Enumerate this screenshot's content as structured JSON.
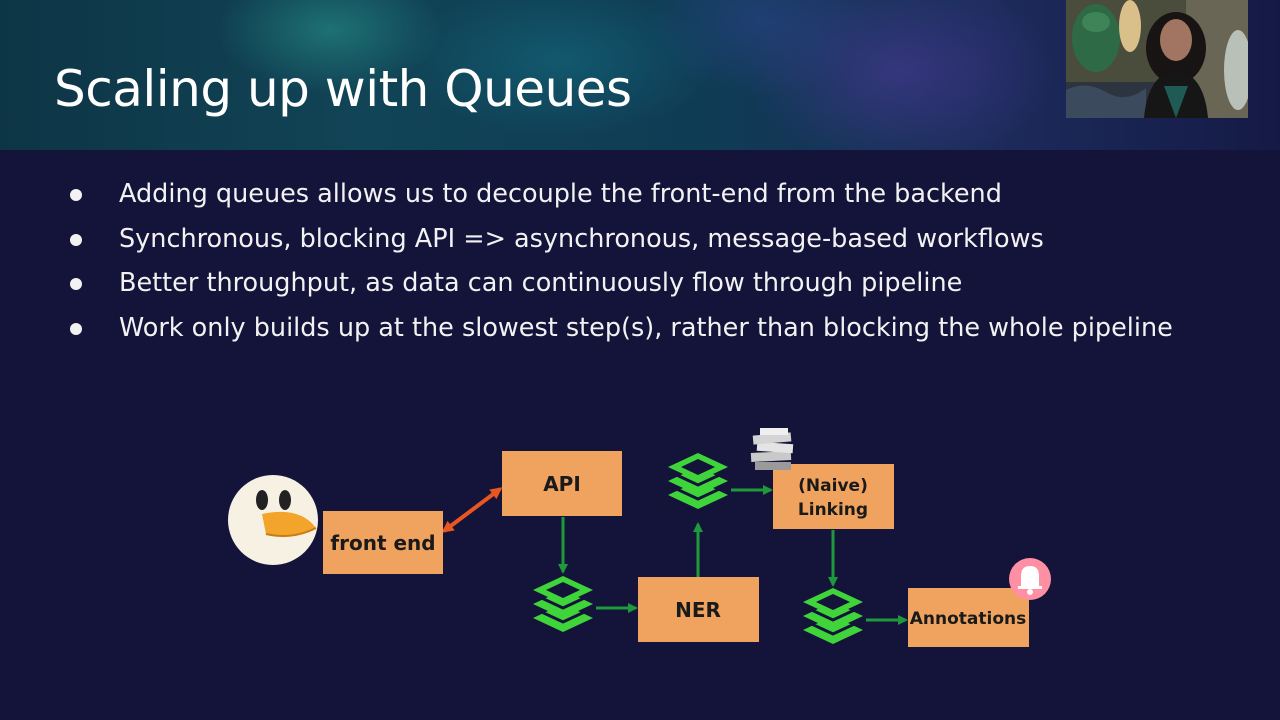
{
  "slide": {
    "title": "Scaling up with Queues",
    "bullets": [
      "Adding queues allows us to decouple the front-end from the backend",
      "Synchronous, blocking API => asynchronous, message-based workflows",
      "Better throughput, as data can continuously flow through pipeline",
      "Work only builds up at the slowest step(s), rather than blocking the whole pipeline"
    ]
  },
  "diagram": {
    "nodes": {
      "front_end": "front end",
      "api": "API",
      "ner": "NER",
      "linking_line1": "(Naive)",
      "linking_line2": "Linking",
      "annotations": "Annotations"
    },
    "icons": {
      "mascot": "bird-mascot-icon",
      "queue": "queue-stack-icon",
      "slow_step": "stacked-papers-icon",
      "notification": "bell-icon"
    }
  },
  "colors": {
    "background": "#14133a",
    "box_fill": "#f0a35e",
    "queue_green": "#3fd43a",
    "arrow_green": "#1f9a3a",
    "bidirectional_arrow": "#e8571f",
    "bell_badge": "#ff8fa3"
  }
}
